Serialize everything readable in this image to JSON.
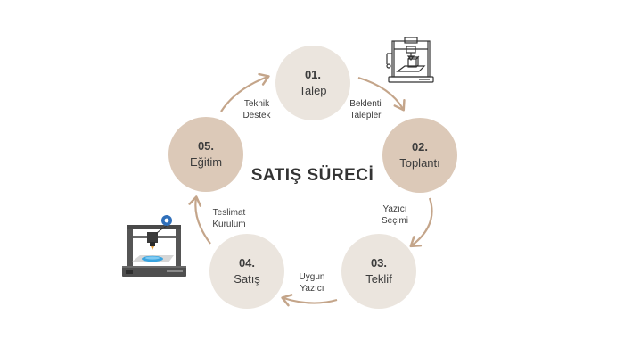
{
  "title": "SATIŞ SÜRECİ",
  "steps": [
    {
      "num": "01.",
      "label": "Talep"
    },
    {
      "num": "02.",
      "label": "Toplantı"
    },
    {
      "num": "03.",
      "label": "Teklif"
    },
    {
      "num": "04.",
      "label": "Satış"
    },
    {
      "num": "05.",
      "label": "Eğitim"
    }
  ],
  "transitions": [
    {
      "line1": "Beklenti",
      "line2": "Talepler"
    },
    {
      "line1": "Yazıcı",
      "line2": "Seçimi"
    },
    {
      "line1": "Uygun",
      "line2": "Yazıcı"
    },
    {
      "line1": "Teslimat",
      "line2": "Kurulum"
    },
    {
      "line1": "Teknik",
      "line2": "Destek"
    }
  ],
  "colors": {
    "step_light": "#ebe5de",
    "step_dark": "#dcc9b8",
    "arrow": "#c4a58a",
    "text": "#3c3c3c"
  },
  "icons": [
    "3d-printer-outline-icon",
    "3d-printer-color-icon"
  ]
}
